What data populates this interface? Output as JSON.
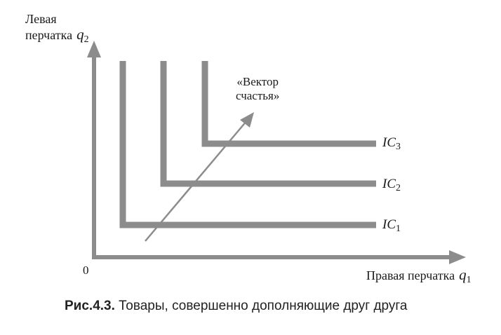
{
  "axes": {
    "y_label_word": "Левая",
    "y_label_line2": "перчатка",
    "y_symbol": "q",
    "y_subscript": "2",
    "x_label": "Правая перчатка",
    "x_symbol": "q",
    "x_subscript": "1",
    "origin": "0"
  },
  "vector": {
    "line1": "«Вектор",
    "line2": "счастья»"
  },
  "curves": [
    {
      "name": "IC",
      "subscript": "1"
    },
    {
      "name": "IC",
      "subscript": "2"
    },
    {
      "name": "IC",
      "subscript": "3"
    }
  ],
  "caption": {
    "prefix": "Рис.4.3.",
    "text": " Товары, совершенно дополняющие друг друга"
  },
  "colors": {
    "axis": "#8c8c8c",
    "curve": "#8c8c8c",
    "vector": "#8c8c8c",
    "text": "#1a1a1a"
  }
}
